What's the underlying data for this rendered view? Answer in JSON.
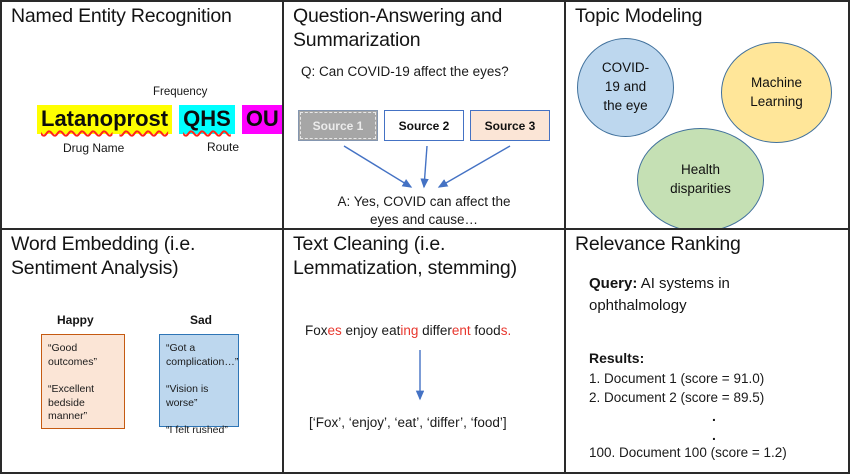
{
  "colors": {
    "arrow": "#4472c4",
    "red_text": "#e8372e",
    "highlight_drug": "#ffff00",
    "highlight_frequency": "#00ffff",
    "highlight_route": "#ff00ff",
    "grid_border": "#2a2a2a"
  },
  "ner": {
    "title": "Named Entity Recognition",
    "frequency_label": "Frequency",
    "drug_name_label": "Drug Name",
    "route_label": "Route",
    "drug_entity": "Latanoprost",
    "frequency_entity": "QHS",
    "route_entity": "OU"
  },
  "qa": {
    "title": "Question-Answering and\nSummarization",
    "question": "Q: Can COVID-19 affect the eyes?",
    "sources": [
      "Source 1",
      "Source 2",
      "Source 3"
    ],
    "answer": "A: Yes, COVID can affect the\neyes and cause…"
  },
  "topic": {
    "title": "Topic Modeling",
    "circles": [
      {
        "name": "covid-and-the-eye",
        "label": "COVID-\n19 and\nthe eye",
        "fill": "#bdd7ee",
        "border": "#41719c"
      },
      {
        "name": "machine-learning",
        "label": "Machine\nLearning",
        "fill": "#ffe699",
        "border": "#41719c"
      },
      {
        "name": "health-disparities",
        "label": "Health\ndisparities",
        "fill": "#c5e0b4",
        "border": "#41719c"
      }
    ]
  },
  "embedding": {
    "title": "Word Embedding (i.e.\nSentiment Analysis)",
    "happy_label": "Happy",
    "sad_label": "Sad",
    "happy_quotes": "“Good\noutcomes”\n\n“Excellent\nbedside manner”",
    "sad_quotes": "“Got a\ncomplication…”\n\n“Vision is worse”\n\n“I felt rushed”"
  },
  "cleaning": {
    "title": "Text Cleaning (i.e.\nLemmatization, stemming)",
    "sentence_segments": [
      {
        "text": "Fox",
        "red": false
      },
      {
        "text": "es",
        "red": true
      },
      {
        "text": " enjoy eat",
        "red": false
      },
      {
        "text": "ing",
        "red": true
      },
      {
        "text": " differ",
        "red": false
      },
      {
        "text": "ent",
        "red": true
      },
      {
        "text": " food",
        "red": false
      },
      {
        "text": "s.",
        "red": true
      }
    ],
    "result": "[‘Fox’, ‘enjoy’, ‘eat’, ‘differ’, ‘food’]"
  },
  "ranking": {
    "title": "Relevance Ranking",
    "query_label": "Query:",
    "query_text": " AI systems in ophthalmology",
    "results_label": "Results:",
    "results": [
      "1. Document 1 (score = 91.0)",
      "2. Document 2 (score = 89.5)"
    ],
    "dots": [
      ".",
      "."
    ],
    "last_result": "100. Document 100 (score = 1.2)"
  }
}
